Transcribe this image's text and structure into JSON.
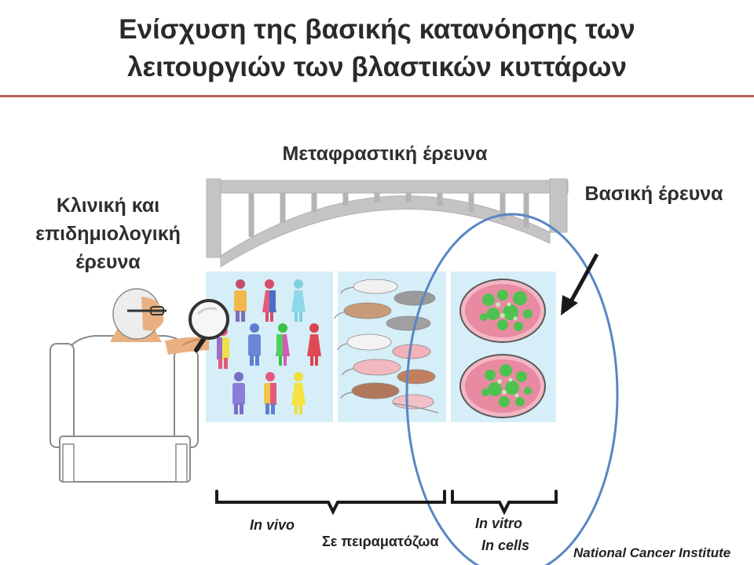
{
  "title": {
    "line1": "Ενίσχυση της βασικής κατανόησης των",
    "line2": "λειτουργιών των βλαστικών κυττάρων"
  },
  "labels": {
    "translational": "Μεταφραστική έρευνα",
    "basic": "Βασική έρευνα",
    "clinical": [
      "Κλινική και",
      "επιδημιολογική",
      "έρευνα"
    ],
    "in_vivo": "In vivo",
    "animals": "Σε πειραματόζωα",
    "in_vitro": "In vitro",
    "in_cells": "In cells",
    "credit": "National Cancer Institute"
  },
  "colors": {
    "title_rule": "#b5655a",
    "panel": "#d6eef7",
    "bridge": "#c4c4c4",
    "ellipse": "#5a86c4",
    "arrow": "#1a1a1a"
  },
  "icons": [
    "bridge-icon",
    "researcher-icon",
    "magnifier-icon",
    "people-icon",
    "mice-icon",
    "cell-dish-icon",
    "pointer-arrow-icon"
  ]
}
